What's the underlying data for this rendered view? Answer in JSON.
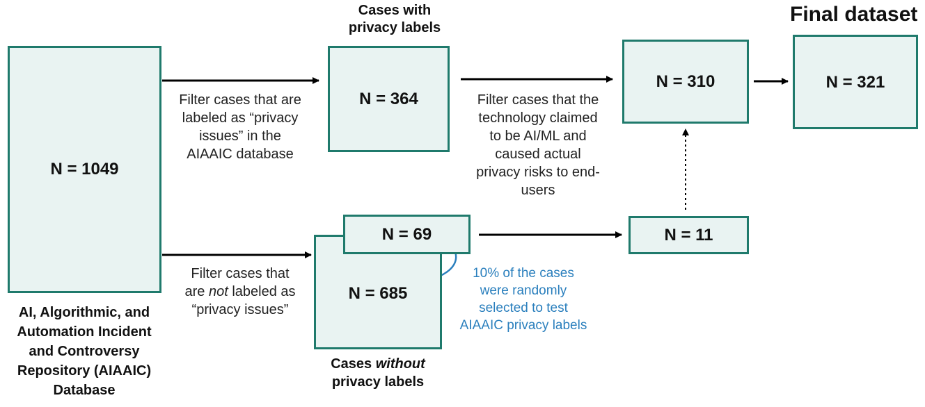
{
  "database": {
    "n_label": "N = 1049",
    "caption": [
      "AI, Algorithmic, and",
      "Automation Incident",
      "and Controversy",
      "Repository (AIAAIC)",
      "Database"
    ]
  },
  "with_labels": {
    "title": [
      "Cases with",
      "privacy labels"
    ],
    "n_label": "N = 364"
  },
  "without_labels": {
    "title_prefix": "Cases ",
    "title_emph": "without",
    "title_suffix": "privacy labels",
    "n_label": "N = 685",
    "sample_n_label": "N = 69"
  },
  "filter_privacy": [
    "Filter cases that are",
    "labeled as “privacy",
    "issues” in the",
    "AIAAIC database"
  ],
  "filter_not_privacy": {
    "line1": "Filter cases that",
    "line2_prefix": "are ",
    "line2_emph": "not",
    "line2_suffix": " labeled as",
    "line3": "“privacy issues”"
  },
  "filter_ai": [
    "Filter cases that the",
    "technology claimed",
    "to be AI/ML and",
    "caused actual",
    "privacy risks to end-",
    "users"
  ],
  "sample_note": [
    "10% of the cases",
    "were randomly",
    "selected to test",
    "AIAAIC privacy labels"
  ],
  "n310": "N = 310",
  "n11": "N = 11",
  "final": {
    "title": "Final dataset",
    "n_label": "N = 321"
  },
  "colors": {
    "box_border": "#1f7a6c",
    "box_fill": "#e9f3f2",
    "note_blue": "#2a7fbd"
  }
}
